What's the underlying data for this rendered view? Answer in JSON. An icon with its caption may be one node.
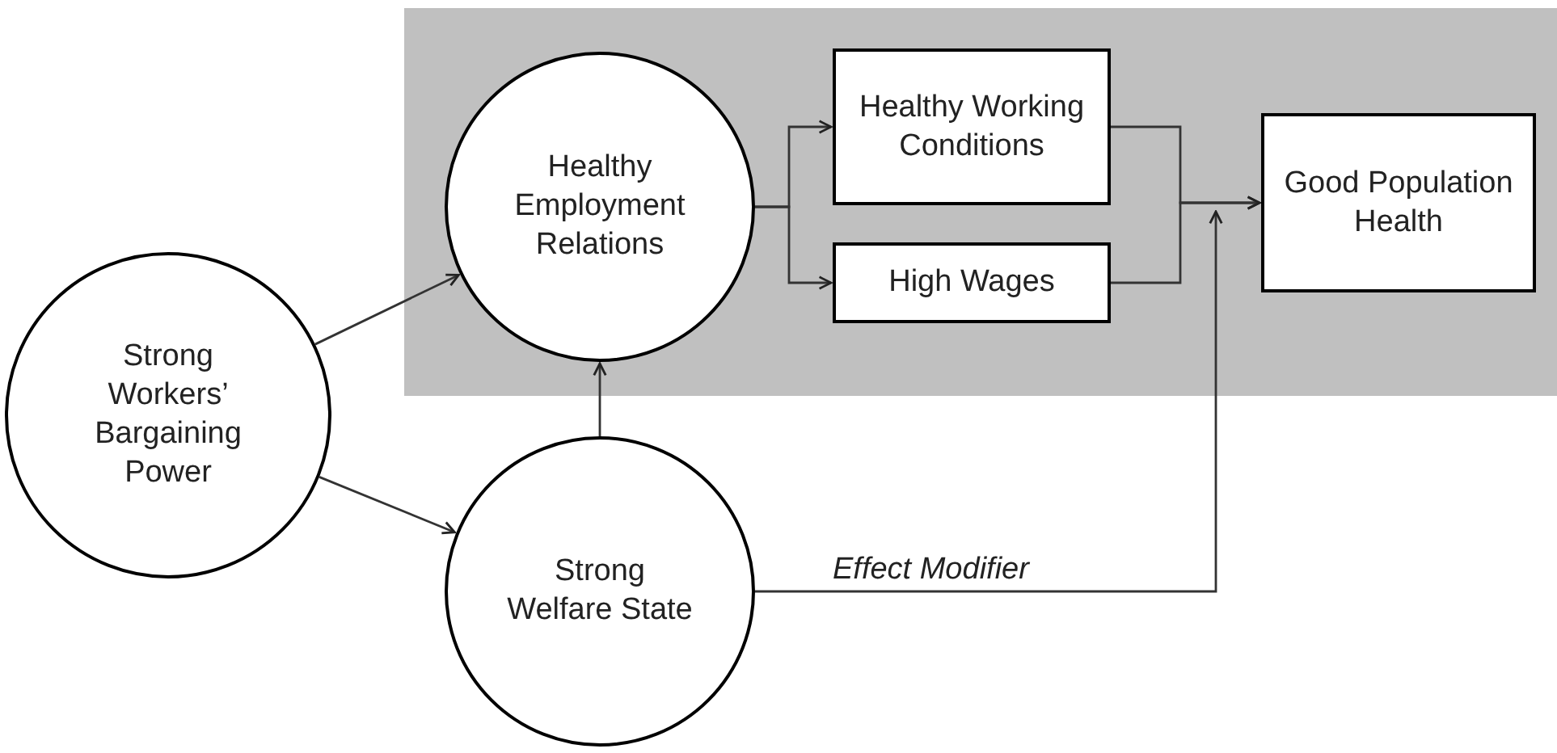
{
  "diagram": {
    "nodes": [
      {
        "text": [],
        "shape": "box"
      },
      {
        "text": [
          "Strong Workers’ Bargaining Power"
        ]
      },
      {
        "text": [
          "Healthy Employment Relations"
        ],
        "in": 0
      },
      {
        "text": [
          "Healthy Working Conditions"
        ],
        "in": 0
      },
      {
        "text": [
          "High Wages"
        ],
        "in": 0
      },
      {
        "text": [
          "Good Population Health"
        ],
        "in": 0
      },
      {
        "text": [
          "Strong Welfare State"
        ]
      }
    ],
    "edges": [
      {
        "from": 1,
        "to": 2,
        "arrow": "to"
      },
      {
        "from": 1,
        "to": 6,
        "arrow": "to"
      },
      {
        "from": 6,
        "to": 2,
        "arrow": "to"
      },
      {
        "from": 2,
        "to": 3,
        "arrow": "to"
      },
      {
        "from": 2,
        "to": 4,
        "arrow": "to"
      },
      {
        "from": 3,
        "to": 5,
        "arrow": "to"
      },
      {
        "from": 4,
        "to": 5,
        "arrow": "to"
      },
      {
        "from": 6,
        "to": null,
        "arrow": "to",
        "label": "Effect Modifier"
      }
    ]
  }
}
